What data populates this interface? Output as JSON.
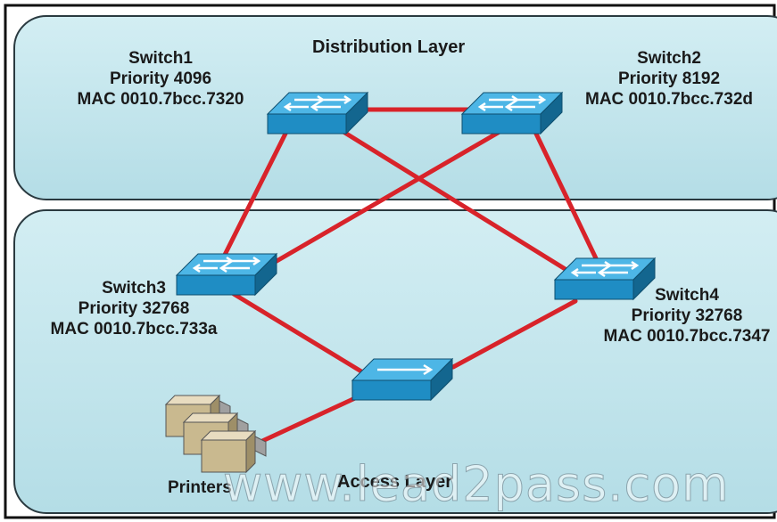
{
  "layers": {
    "distribution": "Distribution Layer",
    "access": "Access Layer"
  },
  "switches": {
    "switch1": {
      "name": "Switch1",
      "priority": "Priority 4096",
      "mac": "MAC 0010.7bcc.7320"
    },
    "switch2": {
      "name": "Switch2",
      "priority": "Priority 8192",
      "mac": "MAC 0010.7bcc.732d"
    },
    "switch3": {
      "name": "Switch3",
      "priority": "Priority 32768",
      "mac": "MAC 0010.7bcc.733a"
    },
    "switch4": {
      "name": "Switch4",
      "priority": "Priority 32768",
      "mac": "MAC 0010.7bcc.7347"
    }
  },
  "printers_label": "Printers",
  "watermark": "www.lead2pass.com",
  "colors": {
    "layer_fill": "#bfe3ea",
    "link": "#d8232a",
    "switch_top": "#4db6e6",
    "switch_front": "#1f8dc4",
    "switch_side": "#13668f"
  }
}
